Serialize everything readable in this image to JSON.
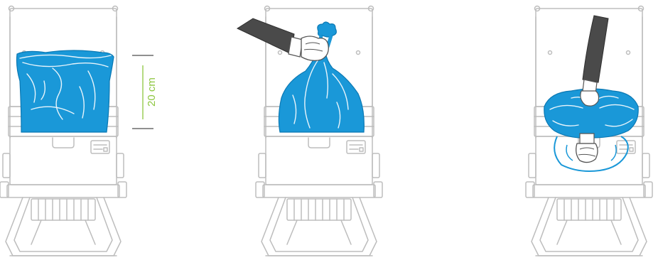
{
  "steps": [
    {
      "id": "step-1",
      "measurement": {
        "label": "20 cm"
      }
    },
    {
      "id": "step-2"
    },
    {
      "id": "step-3"
    }
  ],
  "colors": {
    "outline": "#bdbdbd",
    "bag_fill": "#1a98d8",
    "bag_line": "#e8f4fb",
    "sleeve": "#4a4a4a",
    "glove": "#ffffff",
    "dimension_line": "#222222",
    "dimension_text": "#8dc63f"
  },
  "icons": [
    "waste-station-icon",
    "blue-bag-icon",
    "gloved-hand-icon"
  ]
}
